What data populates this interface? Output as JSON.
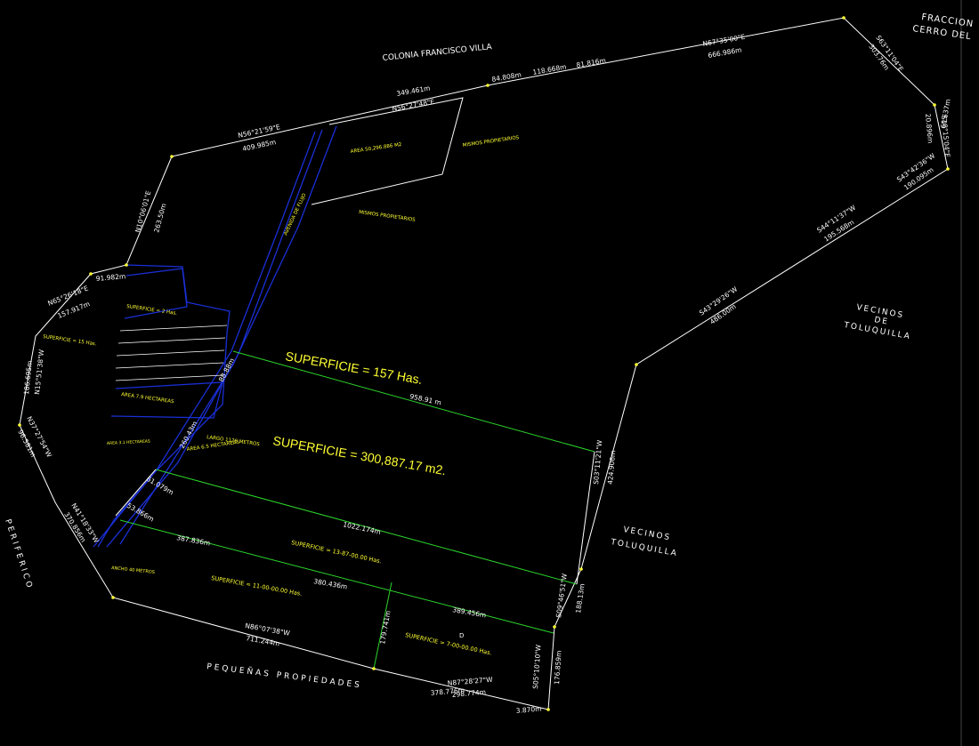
{
  "colors": {
    "boundary": "#ffffff",
    "road": "#1a2fd6",
    "division": "#2bd42b",
    "labels": "#ffff33",
    "background": "#000000"
  },
  "neighbors": {
    "colonia": "COLONIA FRANCISCO VILLA",
    "fracc_line1": "FRACCION",
    "fracc_line2": "CERRO DEL",
    "vecinos_toluquilla_1_a": "VECINOS",
    "vecinos_toluquilla_1_b": "DE",
    "vecinos_toluquilla_1_c": "TOLUQUILLA",
    "vecinos_2_a": "VECINOS",
    "vecinos_2_b": "TOLUQUILLA",
    "periferico": "PERIFERICO",
    "pequenas": "PEQUEÑAS   PROPIEDADES"
  },
  "areas": {
    "sup_157": "SUPERFICIE = 157 Has.",
    "sup_300": "SUPERFICIE = 300,887.17 m2.",
    "sup_13": "SUPERFICIE = 13-87-00.00 Has.",
    "sup_11": "SUPERFICIE = 11-00-00.00 Has.",
    "sup_7": "SUPERFICIE = 7-00-00.00 Has.",
    "sup_2": "SUPERFICIE = 2 Has.",
    "sup_15": "SUPERFICIE = 15 Has.",
    "area_50": "AREA 50,296.886 M2",
    "area_79": "AREA 7.9 HECTAREAS",
    "area_65": "AREA 6.5 HECTAREAS",
    "area_31": "AREA 3.1 HECTAREAS",
    "largo": "LARGO 1126 METROS",
    "ancho": "ANCHO 40 METROS",
    "mismos_1": "MISMOS PROPIETARIOS",
    "mismos_2": "MISMOS PROPIETARIOS",
    "avenida": "AVENIDA DE FLUJO",
    "letter_d": "D"
  },
  "bearings": {
    "b1": "N67°35'00\"E",
    "d1": "666.986m",
    "b2": "N56°27'48\"E",
    "d2": "349.461m",
    "seg1": "84.808m",
    "seg2": "118.668m",
    "seg3": "81.816m",
    "b3": "N56°21'59\"E",
    "d3": "409.985m",
    "b4": "N10°06'01\"E",
    "d4": "263.50m",
    "b5": "N65°26'18\"E",
    "d5": "157.917m",
    "b6": "N15°51'38\"W",
    "d6": "186.695m",
    "b7": "N37°27'54\"W",
    "d7": "96.581m",
    "b8": "N41°18'33\"W",
    "d8": "370.856m",
    "b9": "S63°11'04\"E",
    "d9": "303.76m",
    "b10": "S18°15'04\"E",
    "d10": "20.896m",
    "d10b": "60.637m",
    "b11": "S43°42'36\"W",
    "d11": "190.095m",
    "b12": "S44°11'37\"W",
    "d12": "195.568m",
    "b13": "S43°29'26\"W",
    "d13": "486.00m",
    "b14": "S03°11'21\"W",
    "d14": "424.906m",
    "b15": "S09°46'51\"W",
    "d15": "188.13m",
    "b16": "S05°10'10\"W",
    "d16": "176.859m",
    "b17": "N86°07'38\"W",
    "d17": "711.244m",
    "b18": "N87°28'27\"W",
    "d18": "378.776m",
    "d18b": "298.774m",
    "d19": "3.870m",
    "l_958": "958.91 m",
    "l_1022": "1022.174m",
    "l_387": "387.836m",
    "l_380": "380.436m",
    "l_389": "389.456m",
    "l_179": "179.741m",
    "l_61": "61.079m",
    "l_53": "53.866m",
    "l_91": "91.982m",
    "l_260": "260.43m",
    "l_88": "88.88m"
  }
}
